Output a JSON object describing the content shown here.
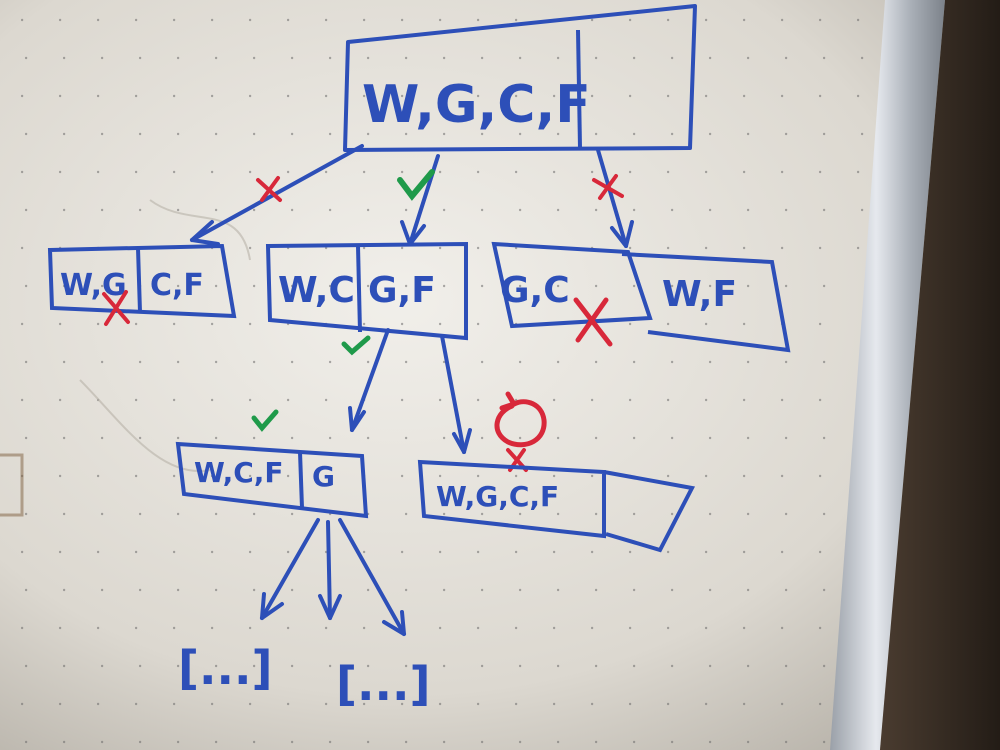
{
  "colors": {
    "ink_blue": "#2d4fb8",
    "ink_green": "#1f9a4a",
    "ink_red": "#d8283a",
    "board": "#e9e6df",
    "frame": "#c9ccd2",
    "wall": "#3a2f26"
  },
  "nodes": {
    "root": {
      "left": "W,G,C,F",
      "right": ""
    },
    "level1": [
      {
        "left": "W,G",
        "right": "C,F",
        "mark": "cross"
      },
      {
        "left": "W,C",
        "right": "G,F",
        "mark": "check"
      },
      {
        "left": "G,C",
        "right": "W,F",
        "mark": "cross"
      }
    ],
    "level2": [
      {
        "left": "W,C,F",
        "right": "G",
        "mark": "check"
      },
      {
        "left": "W,G,C,F",
        "right": "",
        "mark": "cycle"
      }
    ],
    "level3": [
      {
        "text": "[...]"
      },
      {
        "text": "[...]"
      }
    ]
  },
  "edge_marks": {
    "root_to_l1_left": "cross-icon",
    "root_to_l1_mid": "check-icon",
    "root_to_l1_right": "cross-icon",
    "l1_mid_to_l2_left": "check-icon",
    "l1_mid_to_l2_right": "cross-icon"
  }
}
